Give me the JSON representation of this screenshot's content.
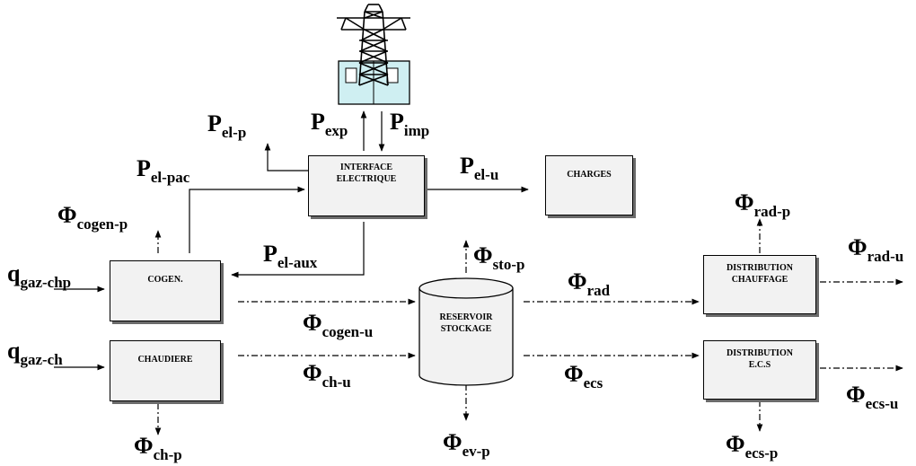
{
  "boxes": {
    "interface": {
      "line1": "INTERFACE",
      "line2": "ELECTRIQUE"
    },
    "charges": {
      "line1": "CHARGES"
    },
    "cogen": {
      "line1": "COGEN."
    },
    "chaudiere": {
      "line1": "CHAUDIERE"
    },
    "reservoir": {
      "line1": "RESERVOIR",
      "line2": "STOCKAGE"
    },
    "dist_chauffage": {
      "line1": "DISTRIBUTION",
      "line2": "CHAUFFAGE"
    },
    "dist_ecs": {
      "line1": "DISTRIBUTION",
      "line2": "E.C.S"
    }
  },
  "labels": {
    "p_el_p": {
      "sym": "P",
      "sub": "el-p"
    },
    "p_exp": {
      "sym": "P",
      "sub": "exp"
    },
    "p_imp": {
      "sym": "P",
      "sub": "imp"
    },
    "p_el_pac": {
      "sym": "P",
      "sub": "el-pac"
    },
    "p_el_u": {
      "sym": "P",
      "sub": "el-u"
    },
    "p_el_aux": {
      "sym": "P",
      "sub": "el-aux"
    },
    "phi_cogen_p": {
      "sym": "Φ",
      "sub": "cogen-p"
    },
    "phi_sto_p": {
      "sym": "Φ",
      "sub": "sto-p"
    },
    "phi_rad_p": {
      "sym": "Φ",
      "sub": "rad-p"
    },
    "phi_rad_u": {
      "sym": "Φ",
      "sub": "rad-u"
    },
    "phi_rad": {
      "sym": "Φ",
      "sub": "rad"
    },
    "phi_cogen_u": {
      "sym": "Φ",
      "sub": "cogen-u"
    },
    "phi_ch_u": {
      "sym": "Φ",
      "sub": "ch-u"
    },
    "phi_ecs": {
      "sym": "Φ",
      "sub": "ecs"
    },
    "phi_ecs_u": {
      "sym": "Φ",
      "sub": "ecs-u"
    },
    "phi_ch_p": {
      "sym": "Φ",
      "sub": "ch-p"
    },
    "phi_ev_p": {
      "sym": "Φ",
      "sub": "ev-p"
    },
    "phi_ecs_p": {
      "sym": "Φ",
      "sub": "ecs-p"
    },
    "q_gaz_chp": {
      "sym": "q",
      "sub": "gaz-chp"
    },
    "q_gaz_ch": {
      "sym": "q",
      "sub": "gaz-ch"
    }
  },
  "colors": {
    "box_fill": "#f2f2f2",
    "shadow": "#6b6b6b",
    "pylon_box_fill": "#cfeff2",
    "line": "#000000"
  },
  "icons": {
    "pylon": "electricity-pylon-icon"
  }
}
